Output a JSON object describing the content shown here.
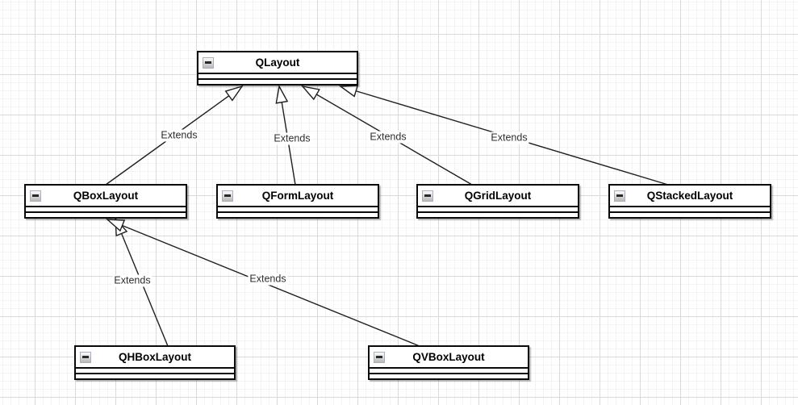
{
  "diagram": {
    "type": "uml-class-diagram",
    "classes": [
      {
        "name": "QLayout"
      },
      {
        "name": "QBoxLayout"
      },
      {
        "name": "QFormLayout"
      },
      {
        "name": "QGridLayout"
      },
      {
        "name": "QStackedLayout"
      },
      {
        "name": "QHBoxLayout"
      },
      {
        "name": "QVBoxLayout"
      }
    ],
    "connectors": [
      {
        "from": "QBoxLayout",
        "to": "QLayout",
        "label": "Extends",
        "arrow": "hollow-triangle"
      },
      {
        "from": "QFormLayout",
        "to": "QLayout",
        "label": "Extends",
        "arrow": "hollow-triangle"
      },
      {
        "from": "QGridLayout",
        "to": "QLayout",
        "label": "Extends",
        "arrow": "hollow-triangle"
      },
      {
        "from": "QStackedLayout",
        "to": "QLayout",
        "label": "Extends",
        "arrow": "hollow-triangle"
      },
      {
        "from": "QHBoxLayout",
        "to": "QBoxLayout",
        "label": "Extends",
        "arrow": "hollow-triangle"
      },
      {
        "from": "QVBoxLayout",
        "to": "QBoxLayout",
        "label": "Extends",
        "arrow": "hollow-triangle"
      }
    ],
    "colors": {
      "canvas": "#ffffff",
      "grid_minor": "#f3f3f3",
      "grid_major": "#dadada",
      "node_fill": "#ffffff",
      "node_border": "#0a0a0a",
      "edge": "#1f1f1f",
      "label_text": "#2e2e2e"
    }
  }
}
